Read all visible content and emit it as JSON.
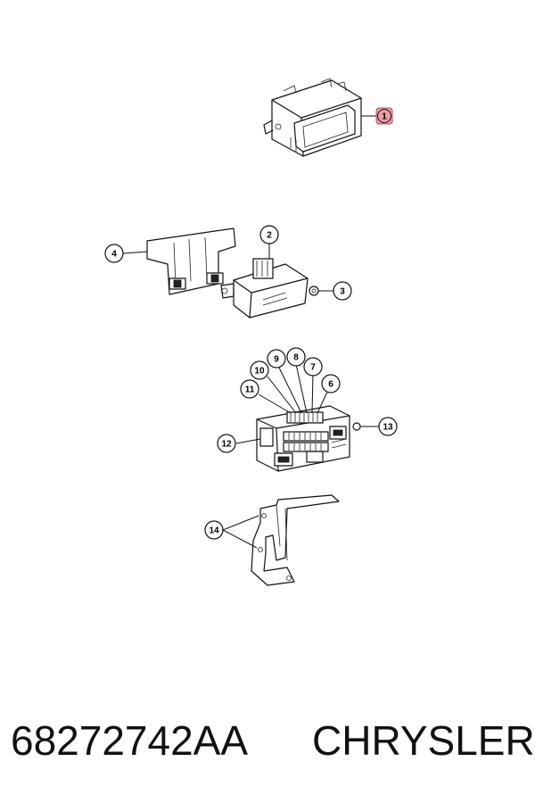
{
  "callouts": {
    "c1": "1",
    "c2": "2",
    "c3": "3",
    "c4": "4",
    "c6": "6",
    "c7": "7",
    "c8": "8",
    "c9": "9",
    "c10": "10",
    "c11": "11",
    "c12": "12",
    "c13": "13",
    "c14": "14"
  },
  "highlight_color": "#e8a0a8",
  "footer": {
    "part_number": "68272742AA",
    "brand": "CHRYSLER"
  }
}
